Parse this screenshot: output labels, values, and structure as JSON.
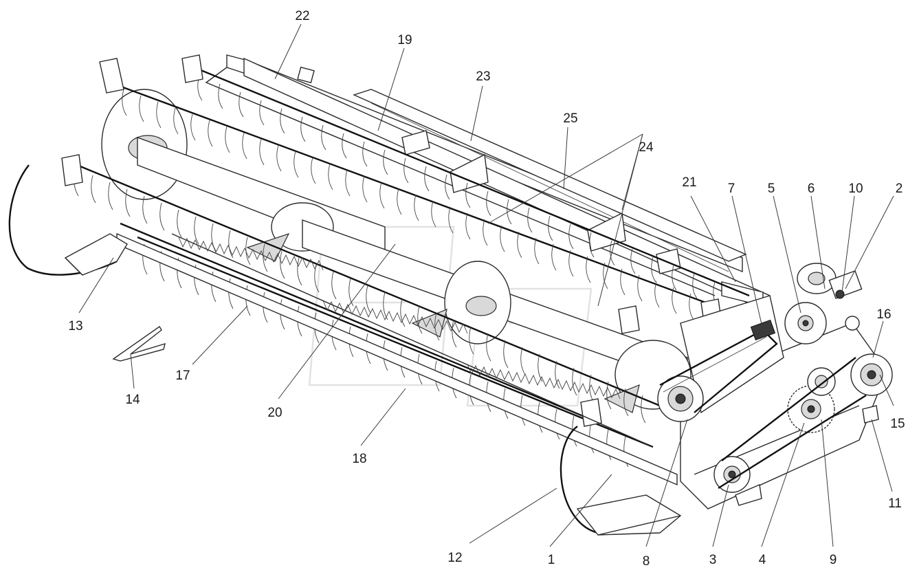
{
  "callouts": [
    {
      "id": "1",
      "text": "1"
    },
    {
      "id": "2",
      "text": "2"
    },
    {
      "id": "3",
      "text": "3"
    },
    {
      "id": "4",
      "text": "4"
    },
    {
      "id": "5",
      "text": "5"
    },
    {
      "id": "6",
      "text": "6"
    },
    {
      "id": "7",
      "text": "7"
    },
    {
      "id": "8",
      "text": "8"
    },
    {
      "id": "9",
      "text": "9"
    },
    {
      "id": "10",
      "text": "10"
    },
    {
      "id": "11",
      "text": "11"
    },
    {
      "id": "12",
      "text": "12"
    },
    {
      "id": "13",
      "text": "13"
    },
    {
      "id": "14",
      "text": "14"
    },
    {
      "id": "15",
      "text": "15"
    },
    {
      "id": "16",
      "text": "16"
    },
    {
      "id": "17",
      "text": "17"
    },
    {
      "id": "18",
      "text": "18"
    },
    {
      "id": "19",
      "text": "19"
    },
    {
      "id": "20",
      "text": "20"
    },
    {
      "id": "21",
      "text": "21"
    },
    {
      "id": "22",
      "text": "22"
    },
    {
      "id": "23",
      "text": "23"
    },
    {
      "id": "24",
      "text": "24"
    },
    {
      "id": "25",
      "text": "25"
    }
  ],
  "colors": {
    "ink": "#2a2a2a",
    "paper": "#ffffff",
    "shade": "#d9d9d9"
  }
}
